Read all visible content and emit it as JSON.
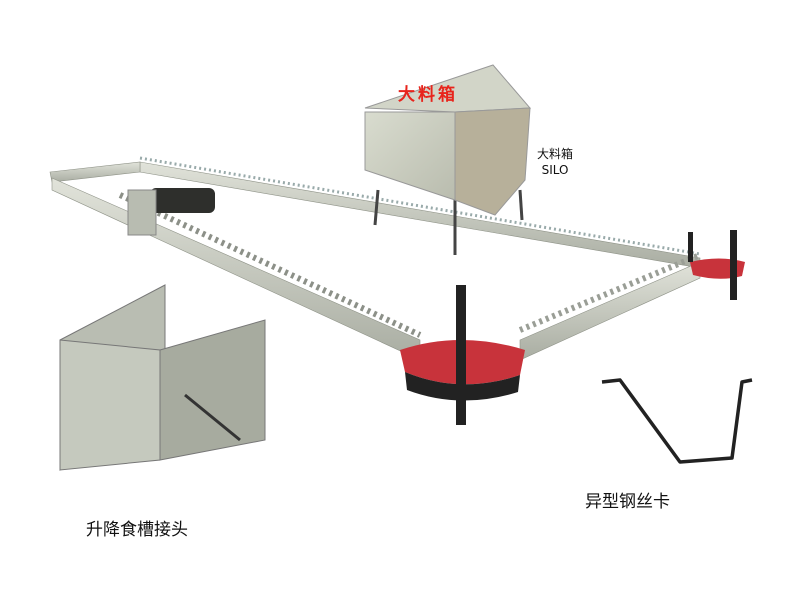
{
  "silo": {
    "sign": "大料箱",
    "label_cn": "大料箱",
    "label_en": "SILO"
  },
  "captions": {
    "connector": "升降食槽接头",
    "wire_clip": "异型钢丝卡"
  },
  "colors": {
    "corner_red": "#c8333b",
    "metal": "#c9ccc2",
    "sign_red": "#e8241c"
  }
}
